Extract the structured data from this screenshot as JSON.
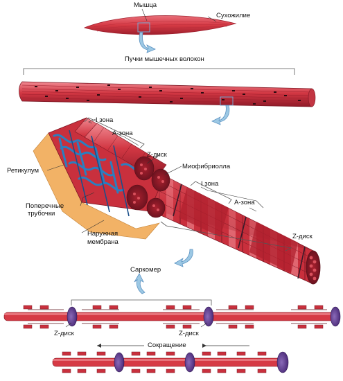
{
  "labels": {
    "muscle": "Мышца",
    "tendon": "Сухожилие",
    "fiber_bundles": "Пучки мышечных волокон",
    "i_zone_1": "I зона",
    "a_zone_1": "А-зона",
    "z_disk_1": "Z-диск",
    "reticulum": "Ретикулум",
    "myofibril": "Миофибриолла",
    "i_zone_2": "I зона",
    "a_zone_2": "А-зона",
    "transverse_tubules_1": "Поперечные",
    "transverse_tubules_2": "трубочки",
    "outer_membrane_1": "Наружная",
    "outer_membrane_2": "мембрана",
    "z_disk_2": "Z-диск",
    "sarcomere": "Саркомер",
    "z_disk_3": "Z-диск",
    "z_disk_4": "Z-диск",
    "contraction": "Сокращение"
  },
  "colors": {
    "muscle_red": "#d63a45",
    "dark_red": "#8a1c2a",
    "light_red": "#e8707a",
    "reticulum_blue": "#2a7fc0",
    "membrane_orange": "#f2b266",
    "disk_purple": "#5a3a8a",
    "arrow_blue": "#9cc8e4",
    "line_gray": "#555555"
  },
  "icons": {
    "zoom_arrow": "zoom-arrow-icon"
  }
}
